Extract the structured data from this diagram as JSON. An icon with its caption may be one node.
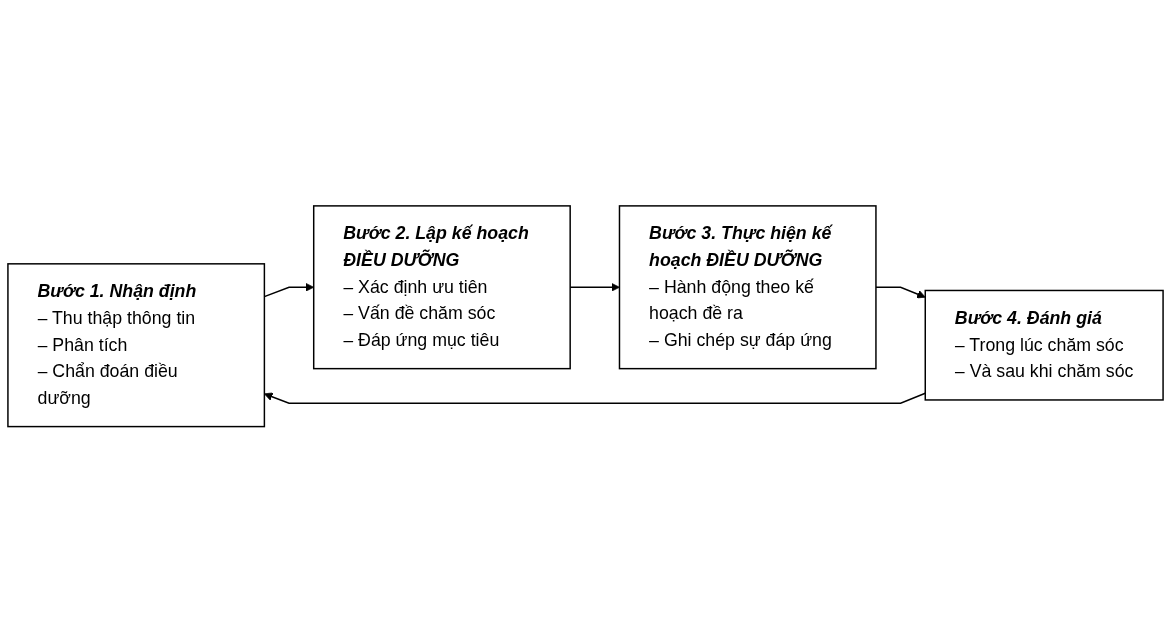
{
  "diagram": {
    "nodes": [
      {
        "text": [
          "Bước 1. Nhận định",
          "– Thu thập thông tin",
          "– Phân tích",
          "– Chẩn đoán điều dưỡng"
        ]
      },
      {
        "text": [
          "Bước 2. Lập kế hoạch ĐIỀU DƯỠNG",
          "– Xác định ưu tiên",
          "– Vấn đề chăm sóc",
          "– Đáp ứng mục tiêu"
        ]
      },
      {
        "text": [
          "Bước 3. Thực hiện kế hoạch ĐIỀU DƯỠNG",
          "– Hành động theo kế hoạch đề ra",
          "– Ghi chép sự đáp ứng"
        ]
      },
      {
        "text": [
          "Bước 4. Đánh giá",
          "– Trong lúc chăm sóc",
          "– Và sau khi chăm sóc"
        ]
      }
    ],
    "edges": [
      {
        "from": 0,
        "to": 1,
        "arrow": "to"
      },
      {
        "from": 1,
        "to": 2,
        "arrow": "to"
      },
      {
        "from": 2,
        "to": 3,
        "arrow": "to"
      },
      {
        "from": 3,
        "to": 0,
        "arrow": "to"
      }
    ]
  }
}
